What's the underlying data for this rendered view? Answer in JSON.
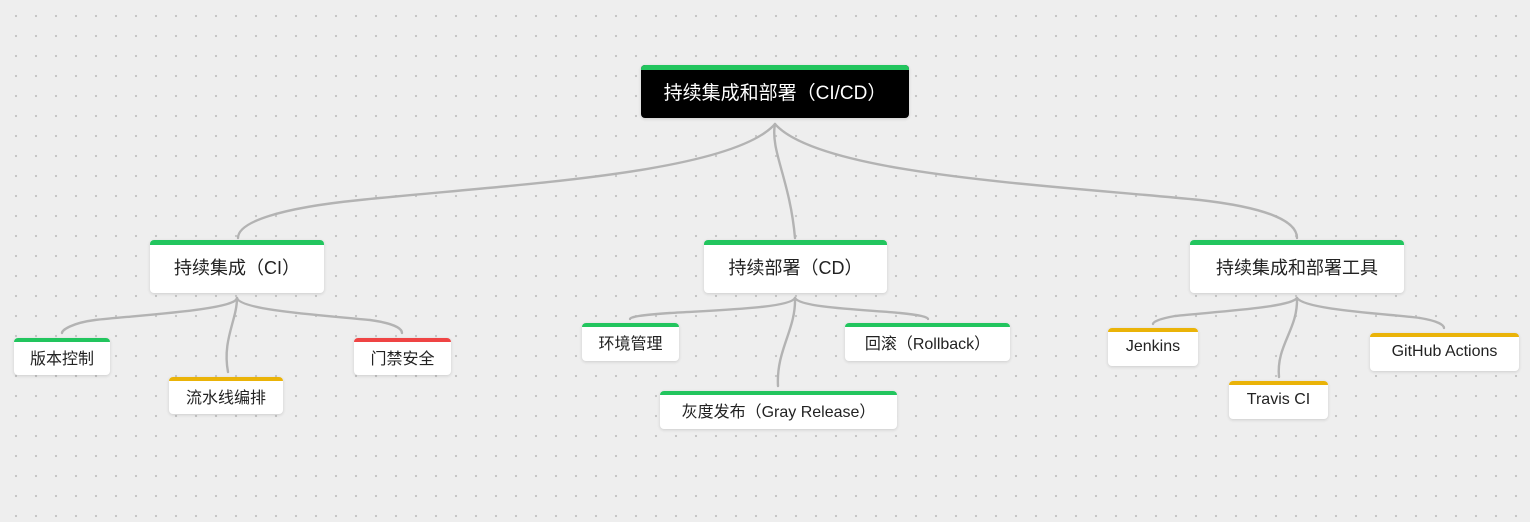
{
  "colors": {
    "green": "#22c55e",
    "yellow": "#eab308",
    "red": "#ef4444",
    "edge": "#b3b3b3",
    "root_bg": "#000000"
  },
  "mindmap": {
    "root": {
      "label": "持续集成和部署（CI/CD）",
      "status": "green"
    },
    "branches": [
      {
        "label": "持续集成（CI）",
        "status": "green",
        "children": [
          {
            "label": "版本控制",
            "status": "green"
          },
          {
            "label": "流水线编排",
            "status": "yellow"
          },
          {
            "label": "门禁安全",
            "status": "red"
          }
        ]
      },
      {
        "label": "持续部署（CD）",
        "status": "green",
        "children": [
          {
            "label": "环境管理",
            "status": "green"
          },
          {
            "label": "灰度发布（Gray Release）",
            "status": "green"
          },
          {
            "label": "回滚（Rollback）",
            "status": "green"
          }
        ]
      },
      {
        "label": "持续集成和部署工具",
        "status": "green",
        "children": [
          {
            "label": "Jenkins",
            "status": "yellow"
          },
          {
            "label": "Travis CI",
            "status": "yellow"
          },
          {
            "label": "GitHub Actions",
            "status": "yellow"
          }
        ]
      }
    ]
  }
}
